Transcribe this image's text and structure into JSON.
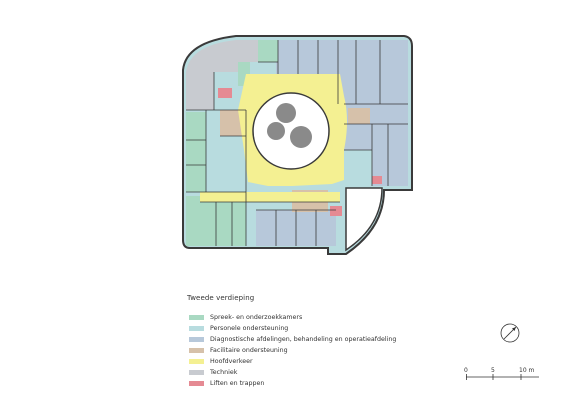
{
  "legend": {
    "title": "Tweede verdieping",
    "items": [
      {
        "label": "Spreek- en onderzoekkamers",
        "color": "#a9d9c2"
      },
      {
        "label": "Personele ondersteuning",
        "color": "#b8dcdf"
      },
      {
        "label": "Diagnostische afdelingen, behandeling en operatieafdeling",
        "color": "#b7c8da"
      },
      {
        "label": "Facilitaire ondersteuning",
        "color": "#d6c1aa"
      },
      {
        "label": "Hoofdverkeer",
        "color": "#f4f092"
      },
      {
        "label": "Techniek",
        "color": "#c8cbd0"
      },
      {
        "label": "Liften en trappen",
        "color": "#e58a93"
      }
    ]
  },
  "scale_bar": {
    "labels": [
      "0",
      "5",
      "10 m"
    ]
  },
  "colors": {
    "wall": "#3a3a3a",
    "courtyard": "#ffffff",
    "tree": "#8a8a8a",
    "void": "#ffffff"
  },
  "icons": {
    "north_arrow": "north-arrow-icon"
  }
}
